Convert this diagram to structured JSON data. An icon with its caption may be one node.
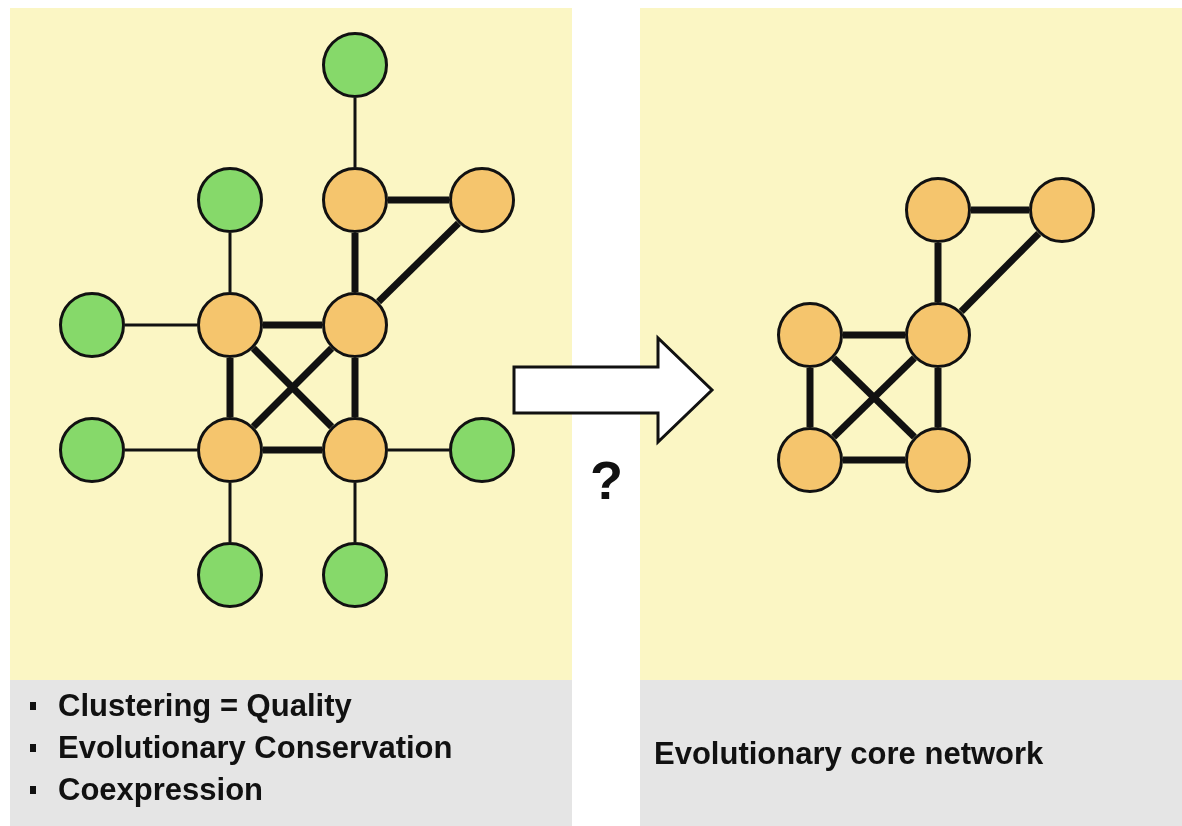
{
  "diagram": {
    "nodes": [
      {
        "text": [
          "Clustering = Quality",
          "Evolutionary Conservation",
          "Coexpression"
        ]
      },
      {
        "text": [],
        "shape": "circle",
        "in": 0
      },
      {
        "text": [],
        "shape": "circle",
        "in": 0
      },
      {
        "text": [],
        "shape": "circle",
        "in": 0
      },
      {
        "text": [],
        "shape": "circle",
        "in": 0
      },
      {
        "text": [],
        "shape": "circle",
        "in": 0
      },
      {
        "text": [],
        "shape": "circle",
        "in": 0
      },
      {
        "text": [],
        "shape": "circle",
        "in": 0
      },
      {
        "text": [],
        "shape": "circle",
        "in": 0
      },
      {
        "text": [],
        "shape": "circle",
        "in": 0
      },
      {
        "text": [],
        "shape": "circle",
        "in": 0
      },
      {
        "text": [],
        "shape": "circle",
        "in": 0
      },
      {
        "text": [],
        "shape": "circle",
        "in": 0
      },
      {
        "text": [],
        "shape": "circle",
        "in": 0
      },
      {
        "text": [
          "Evolutionary core network"
        ]
      },
      {
        "text": [],
        "shape": "circle",
        "in": 14
      },
      {
        "text": [],
        "shape": "circle",
        "in": 14
      },
      {
        "text": [],
        "shape": "circle",
        "in": 14
      },
      {
        "text": [],
        "shape": "circle",
        "in": 14
      },
      {
        "text": [],
        "shape": "circle",
        "in": 14
      },
      {
        "text": [],
        "shape": "circle",
        "in": 14
      }
    ],
    "edges": [
      {
        "from": 1,
        "to": 3,
        "arrow": "none"
      },
      {
        "from": 2,
        "to": 6,
        "arrow": "none"
      },
      {
        "from": 3,
        "to": 4,
        "arrow": "none"
      },
      {
        "from": 3,
        "to": 7,
        "arrow": "none"
      },
      {
        "from": 4,
        "to": 7,
        "arrow": "none"
      },
      {
        "from": 5,
        "to": 6,
        "arrow": "none"
      },
      {
        "from": 6,
        "to": 7,
        "arrow": "none"
      },
      {
        "from": 6,
        "to": 9,
        "arrow": "none"
      },
      {
        "from": 6,
        "to": 10,
        "arrow": "none"
      },
      {
        "from": 7,
        "to": 9,
        "arrow": "none"
      },
      {
        "from": 7,
        "to": 10,
        "arrow": "none"
      },
      {
        "from": 8,
        "to": 9,
        "arrow": "none"
      },
      {
        "from": 9,
        "to": 10,
        "arrow": "none"
      },
      {
        "from": 10,
        "to": 11,
        "arrow": "none"
      },
      {
        "from": 9,
        "to": 12,
        "arrow": "none"
      },
      {
        "from": 10,
        "to": 13,
        "arrow": "none"
      },
      {
        "from": 15,
        "to": 16,
        "arrow": "none"
      },
      {
        "from": 15,
        "to": 18,
        "arrow": "none"
      },
      {
        "from": 16,
        "to": 18,
        "arrow": "none"
      },
      {
        "from": 17,
        "to": 18,
        "arrow": "none"
      },
      {
        "from": 17,
        "to": 19,
        "arrow": "none"
      },
      {
        "from": 17,
        "to": 20,
        "arrow": "none"
      },
      {
        "from": 18,
        "to": 19,
        "arrow": "none"
      },
      {
        "from": 18,
        "to": 20,
        "arrow": "none"
      },
      {
        "from": 19,
        "to": 20,
        "arrow": "none"
      },
      {
        "from": 0,
        "to": 14,
        "arrow": "to",
        "label": "?"
      }
    ]
  }
}
